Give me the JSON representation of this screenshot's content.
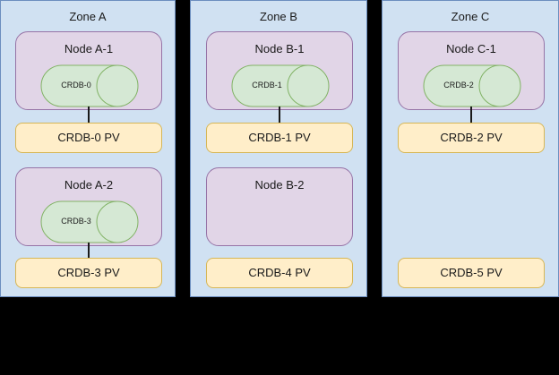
{
  "diagram": {
    "background_color": "#000000",
    "zone_color": "#d0e1f2",
    "zone_border_color": "#6c8ebf",
    "node_color": "#e1d5e7",
    "node_border_color": "#9673a6",
    "pod_color": "#d5e8d4",
    "pod_border_color": "#82b366",
    "pv_color": "#ffeec9",
    "pv_border_color": "#d6b656"
  },
  "zones": [
    {
      "title": "Zone A",
      "nodes": [
        {
          "title": "Node A-1",
          "pod": "CRDB-0",
          "has_pod": true
        },
        {
          "title": "Node A-2",
          "pod": "CRDB-3",
          "has_pod": true
        }
      ],
      "pvs": [
        "CRDB-0 PV",
        "CRDB-3 PV"
      ]
    },
    {
      "title": "Zone B",
      "nodes": [
        {
          "title": "Node B-1",
          "pod": "CRDB-1",
          "has_pod": true
        },
        {
          "title": "Node B-2",
          "pod": "",
          "has_pod": false
        }
      ],
      "pvs": [
        "CRDB-1 PV",
        "CRDB-4 PV"
      ]
    },
    {
      "title": "Zone C",
      "nodes": [
        {
          "title": "Node C-1",
          "pod": "CRDB-2",
          "has_pod": true
        }
      ],
      "pvs": [
        "CRDB-2 PV",
        "CRDB-5 PV"
      ]
    }
  ]
}
